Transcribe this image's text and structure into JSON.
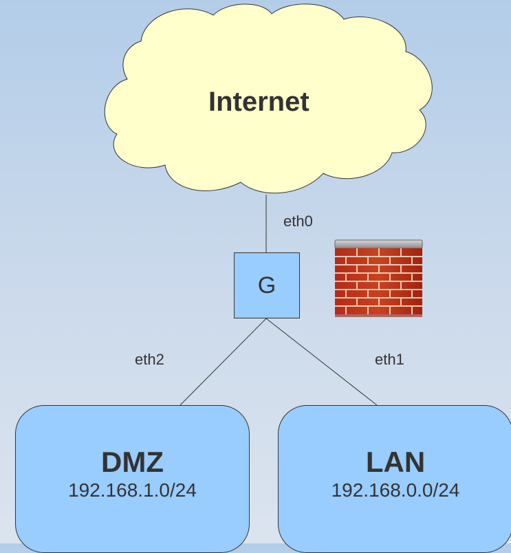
{
  "internet": {
    "label": "Internet"
  },
  "gateway": {
    "label": "G"
  },
  "ports": {
    "eth0": "eth0",
    "eth1": "eth1",
    "eth2": "eth2"
  },
  "networks": [
    {
      "name": "DMZ",
      "address": "192.168.1.0/24"
    },
    {
      "name": "LAN",
      "address": "192.168.0.0/24"
    }
  ],
  "colors": {
    "cloud_fill": "#ffffcc",
    "node_fill": "#99ccff",
    "line": "#333333",
    "firewall_brick": "#b8301d"
  },
  "icons": {
    "firewall": "brick-wall-firewall-icon",
    "cloud": "cloud-shape"
  }
}
